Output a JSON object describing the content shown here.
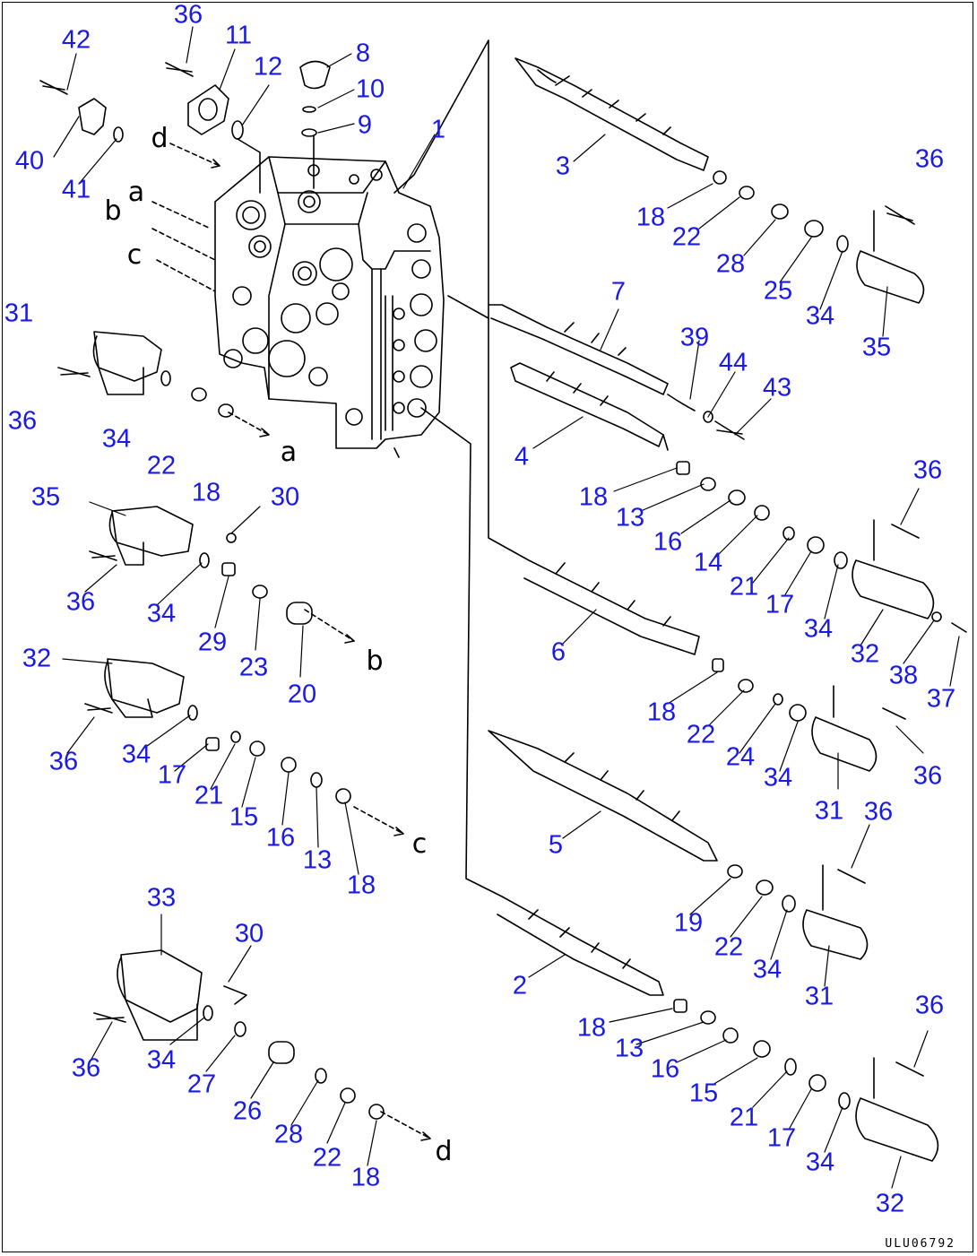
{
  "diagram": {
    "drawing_code": "ULU06792",
    "ink_color": "#000000",
    "callout_color": "#1a1ae6",
    "callouts": [
      "42",
      "40",
      "41",
      "36",
      "11",
      "12",
      "8",
      "10",
      "9",
      "1",
      "3",
      "36",
      "18",
      "22",
      "28",
      "25",
      "34",
      "35",
      "31",
      "36",
      "34",
      "22",
      "18",
      "7",
      "39",
      "44",
      "43",
      "4",
      "36",
      "18",
      "13",
      "16",
      "14",
      "21",
      "17",
      "34",
      "32",
      "38",
      "37",
      "35",
      "30",
      "36",
      "34",
      "29",
      "23",
      "20",
      "6",
      "18",
      "22",
      "24",
      "34",
      "36",
      "31",
      "32",
      "36",
      "34",
      "17",
      "21",
      "15",
      "16",
      "13",
      "18",
      "5",
      "19",
      "22",
      "34",
      "31",
      "36",
      "33",
      "30",
      "36",
      "34",
      "27",
      "26",
      "28",
      "22",
      "18",
      "2",
      "18",
      "13",
      "16",
      "15",
      "21",
      "17",
      "34",
      "32",
      "36"
    ],
    "flow_labels": [
      "d",
      "a",
      "b",
      "c",
      "a",
      "b",
      "c",
      "d"
    ]
  }
}
